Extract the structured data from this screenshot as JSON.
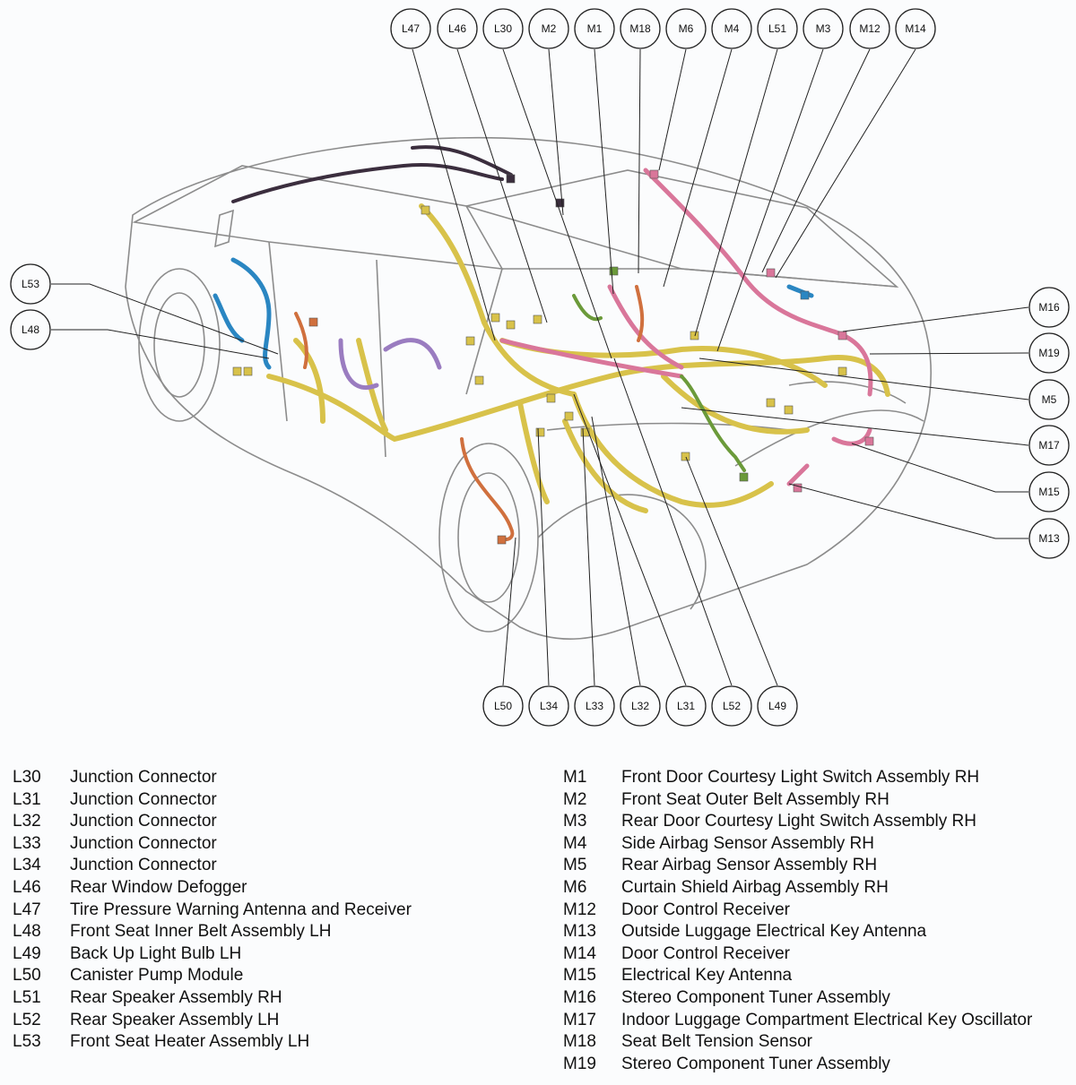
{
  "callouts": [
    {
      "id": "L47",
      "side": "top"
    },
    {
      "id": "L46",
      "side": "top"
    },
    {
      "id": "L30",
      "side": "top"
    },
    {
      "id": "M2",
      "side": "top"
    },
    {
      "id": "M1",
      "side": "top"
    },
    {
      "id": "M18",
      "side": "top"
    },
    {
      "id": "M6",
      "side": "top"
    },
    {
      "id": "M4",
      "side": "top"
    },
    {
      "id": "L51",
      "side": "top"
    },
    {
      "id": "M3",
      "side": "top"
    },
    {
      "id": "M12",
      "side": "top"
    },
    {
      "id": "M14",
      "side": "top"
    },
    {
      "id": "L53",
      "side": "left"
    },
    {
      "id": "L48",
      "side": "left"
    },
    {
      "id": "M16",
      "side": "right"
    },
    {
      "id": "M19",
      "side": "right"
    },
    {
      "id": "M5",
      "side": "right"
    },
    {
      "id": "M17",
      "side": "right"
    },
    {
      "id": "M15",
      "side": "right"
    },
    {
      "id": "M13",
      "side": "right"
    },
    {
      "id": "L50",
      "side": "bottom"
    },
    {
      "id": "L34",
      "side": "bottom"
    },
    {
      "id": "L33",
      "side": "bottom"
    },
    {
      "id": "L32",
      "side": "bottom"
    },
    {
      "id": "L31",
      "side": "bottom"
    },
    {
      "id": "L52",
      "side": "bottom"
    },
    {
      "id": "L49",
      "side": "bottom"
    }
  ],
  "harness_colors": {
    "main": "#d8c24a",
    "pink": "#d9769a",
    "blue": "#2a86c2",
    "purple": "#9a7cc0",
    "orange": "#d0703e",
    "dark": "#3b2e3e",
    "green": "#6b9a3a",
    "outline": "#8c8c8c"
  },
  "legend_left": [
    {
      "code": "L30",
      "name": "Junction Connector"
    },
    {
      "code": "L31",
      "name": "Junction Connector"
    },
    {
      "code": "L32",
      "name": "Junction Connector"
    },
    {
      "code": "L33",
      "name": "Junction Connector"
    },
    {
      "code": "L34",
      "name": "Junction Connector"
    },
    {
      "code": "L46",
      "name": "Rear Window Defogger"
    },
    {
      "code": "L47",
      "name": "Tire Pressure Warning Antenna and Receiver"
    },
    {
      "code": "L48",
      "name": "Front Seat Inner Belt Assembly LH"
    },
    {
      "code": "L49",
      "name": "Back Up Light Bulb LH"
    },
    {
      "code": "L50",
      "name": "Canister Pump Module"
    },
    {
      "code": "L51",
      "name": "Rear Speaker Assembly RH"
    },
    {
      "code": "L52",
      "name": "Rear Speaker Assembly LH"
    },
    {
      "code": "L53",
      "name": "Front Seat Heater Assembly LH"
    }
  ],
  "legend_right": [
    {
      "code": "M1",
      "name": "Front Door Courtesy Light Switch Assembly RH"
    },
    {
      "code": "M2",
      "name": "Front Seat Outer Belt Assembly RH"
    },
    {
      "code": "M3",
      "name": "Rear Door Courtesy Light Switch Assembly RH"
    },
    {
      "code": "M4",
      "name": "Side Airbag Sensor Assembly RH"
    },
    {
      "code": "M5",
      "name": "Rear Airbag Sensor Assembly RH"
    },
    {
      "code": "M6",
      "name": "Curtain Shield Airbag Assembly RH"
    },
    {
      "code": "M12",
      "name": "Door Control Receiver"
    },
    {
      "code": "M13",
      "name": "Outside Luggage Electrical Key Antenna"
    },
    {
      "code": "M14",
      "name": "Door Control Receiver"
    },
    {
      "code": "M15",
      "name": "Electrical Key Antenna"
    },
    {
      "code": "M16",
      "name": "Stereo Component Tuner Assembly"
    },
    {
      "code": "M17",
      "name": "Indoor Luggage Compartment Electrical Key Oscillator"
    },
    {
      "code": "M18",
      "name": "Seat Belt Tension Sensor"
    },
    {
      "code": "M19",
      "name": "Stereo Component Tuner Assembly"
    }
  ]
}
